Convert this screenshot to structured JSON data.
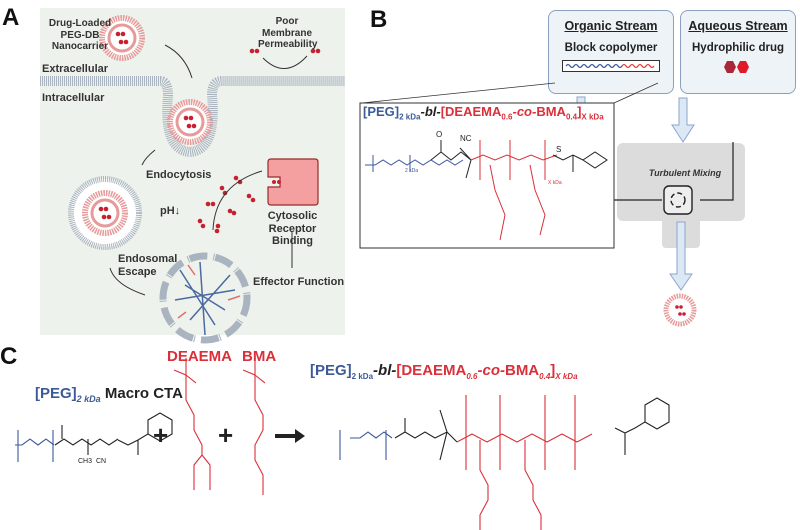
{
  "panel_a": {
    "label": "A",
    "nanocarrier": "Drug-Loaded PEG-DB Nanocarrier",
    "permeability": "Poor Membrane Permeability",
    "extracellular": "Extracellular",
    "intracellular": "Intracellular",
    "endocytosis": "Endocytosis",
    "ph": "pH↓",
    "receptor": "Cytosolic Receptor Binding",
    "escape": "Endosomal Escape",
    "effector": "Effector Function",
    "colors": {
      "background": "#eef2ec",
      "drug": "#c8202e",
      "lipid": "#f0a0a0"
    }
  },
  "panel_b": {
    "label": "B",
    "organic_title": "Organic Stream",
    "organic_sub": "Block copolymer",
    "aqueous_title": "Aqueous Stream",
    "aqueous_sub": "Hydrophilic drug",
    "formula": {
      "peg": "[PEG]",
      "peg_sub": "2 kDa",
      "bl": "-bl-",
      "deaema": "[DEAEMA",
      "deaema_sub": "0.6",
      "co": "-co-",
      "bma": "BMA",
      "bma_sub": "0.4",
      "close": "]",
      "close_sub": "X kDa"
    },
    "mixing": "Turbulent Mixing",
    "chem": {
      "o": "O",
      "nc": "NC",
      "s": "S",
      "peg_sub": "2 kDa",
      "x_sub": "X kDa"
    }
  },
  "panel_c": {
    "label": "C",
    "macro_peg": "[PEG]",
    "macro_sub": "2 kDa",
    "macro_cta": "Macro CTA",
    "deaema": "DEAEMA",
    "bma": "BMA",
    "plus": "+",
    "ch3": "CH3",
    "cn": "CN",
    "product": {
      "peg": "[PEG]",
      "peg_sub": "2 kDa",
      "bl": "-bl-",
      "deaema": "[DEAEMA",
      "deaema_sub": "0.6",
      "co": "-co-",
      "bma": "BMA",
      "bma_sub": "0.4",
      "close": "]",
      "close_sub": "X kDa"
    }
  }
}
